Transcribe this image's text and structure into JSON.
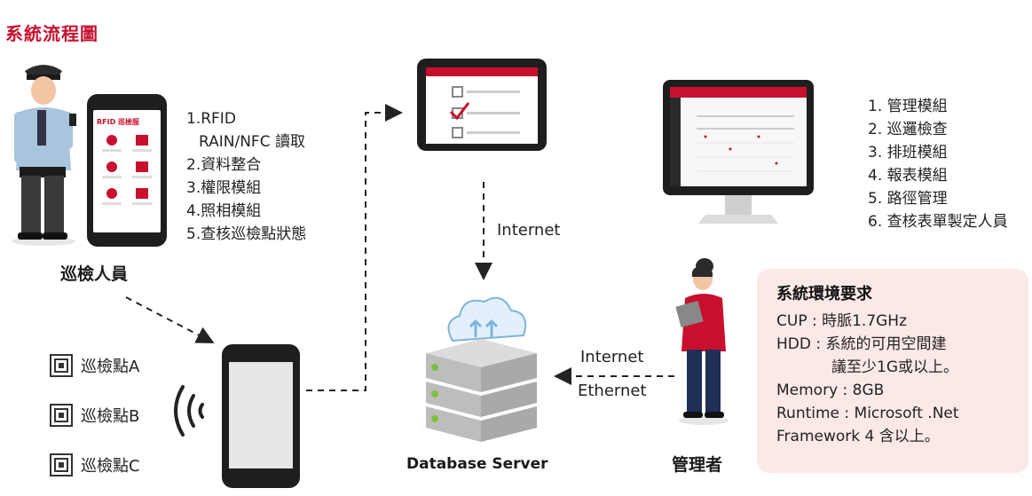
{
  "title": "系統流程圖",
  "inspector": {
    "caption": "巡檢人員",
    "phone_brand": "RFID 巡檢服",
    "features": [
      "1.RFID",
      "RAIN/NFC 讀取",
      "2.資料整合",
      "3.權限模組",
      "4.照相模組",
      "5.查核巡檢點狀態"
    ]
  },
  "checkpoints": [
    "巡檢點A",
    "巡檢點B",
    "巡檢點C"
  ],
  "network": {
    "top_link": "Internet",
    "admin_link_1": "Internet",
    "admin_link_2": "Ethernet"
  },
  "server": {
    "caption": "Database Server"
  },
  "admin": {
    "caption": "管理者"
  },
  "admin_modules": [
    "1. 管理模組",
    "2. 巡邏檢查",
    "3. 排班模組",
    "4. 報表模組",
    "5. 路徑管理",
    "6. 查核表單製定人員"
  ],
  "requirements": {
    "title": "系統環境要求",
    "lines": [
      "CUP : 時脈1.7GHz",
      "HDD : 系統的可用空間建",
      "議至少1G或以上。",
      "Memory : 8GB",
      "Runtime : Microsoft .Net",
      "Framework 4 含以上。"
    ]
  },
  "colors": {
    "accent": "#c8102e",
    "requirements_bg": "#fbe9e7"
  }
}
